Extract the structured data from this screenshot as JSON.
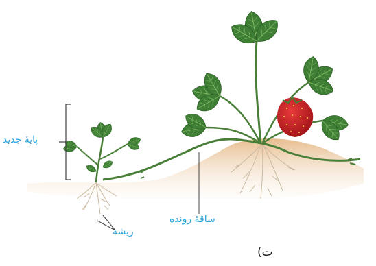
{
  "labels": {
    "new_plant": "پایهٔ جدید",
    "runner_stem": "ساقهٔ رونده",
    "root": "ریشه"
  },
  "caption": "ت)",
  "colors": {
    "label": "#2aa7e0",
    "leaf": "#3f7f35",
    "leaf_light": "#6fae4f",
    "soil": "#e2b88a",
    "root": "#c9b9a0",
    "fruit": "#c91f24",
    "line": "#444444"
  },
  "icons": [
    "strawberry-fruit",
    "leaf",
    "root-cluster",
    "bracket"
  ]
}
